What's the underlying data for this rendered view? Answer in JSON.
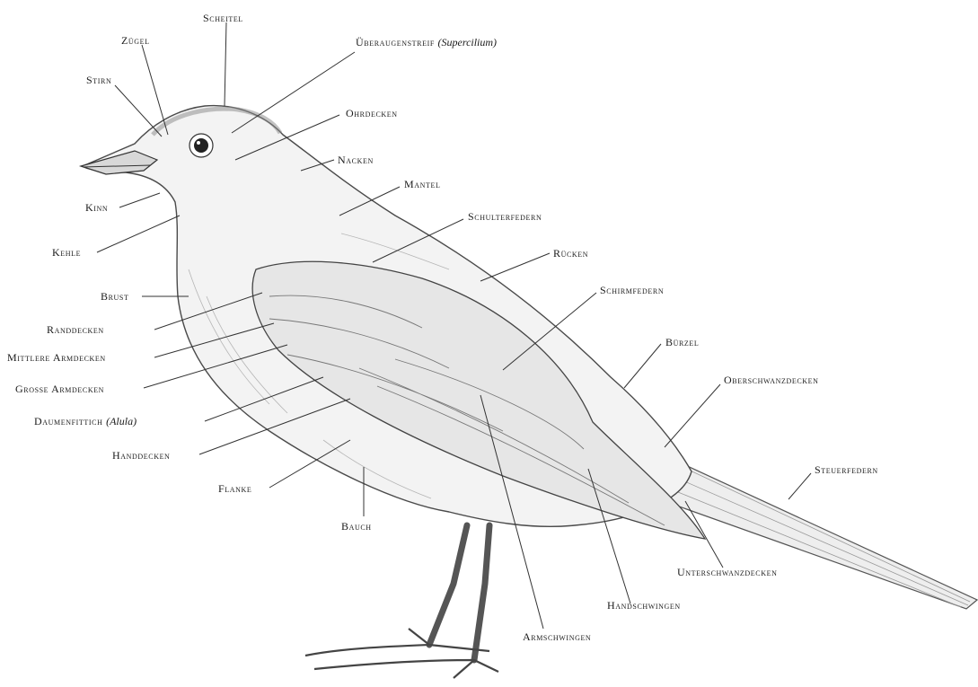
{
  "labels": {
    "scheitel": "Scheitel",
    "zuegel": "Zügel",
    "ueberaugenstreif": "Überaugenstreif",
    "ueberaugenstreif_sci": "(Supercilium)",
    "stirn": "Stirn",
    "ohrdecken": "Ohrdecken",
    "nacken": "Nacken",
    "mantel": "Mantel",
    "kinn": "Kinn",
    "schulterfedern": "Schulterfedern",
    "kehle": "Kehle",
    "ruecken": "Rücken",
    "schirmfedern": "Schirmfedern",
    "brust": "Brust",
    "randdecken": "Randdecken",
    "mittlere_armdecken": "Mittlere Armdecken",
    "buerzel": "Bürzel",
    "grosse_armdecken": "Grosse Armdecken",
    "oberschwanzdecken": "Oberschwanzdecken",
    "daumenfittich": "Daumenfittich",
    "daumenfittich_sci": "(Alula)",
    "steuerfedern": "Steuerfedern",
    "handdecken": "Handdecken",
    "flanke": "Flanke",
    "bauch": "Bauch",
    "unterschwanzdecken": "Unterschwanzdecken",
    "handschwingen": "Handschwingen",
    "armschwingen": "Armschwingen"
  },
  "colors": {
    "ink": "#1a1a1a",
    "line": "#333333",
    "shade": "#9a9a9a",
    "paper": "#ffffff"
  }
}
